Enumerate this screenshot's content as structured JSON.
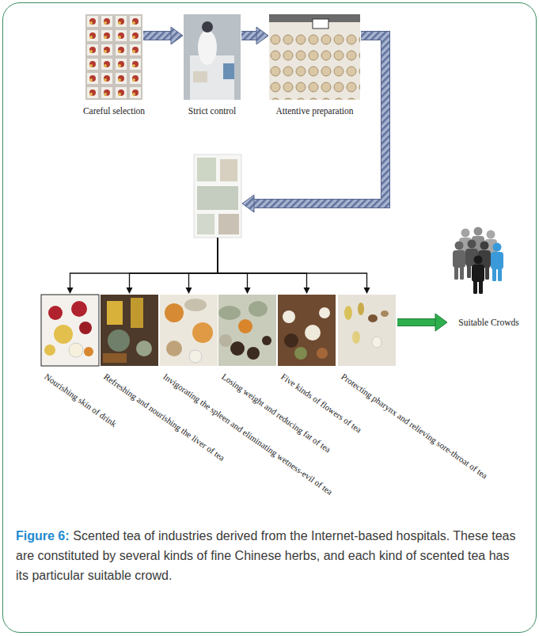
{
  "diagram": {
    "caption": "Scented tea of industries derived from the Internet-based hospitals. These teas are constituted by several kinds of fine Chinese herbs, and each kind of scented tea has its particular suitable crowd.",
    "nodes": [
      {
        "text": [
          "Careful selection"
        ]
      },
      {
        "text": [
          "Strict control"
        ]
      },
      {
        "text": [
          "Attentive preparation"
        ]
      },
      {
        "text": []
      },
      {
        "text": [
          "Nourishing skin of drink"
        ]
      },
      {
        "text": [
          "Refreshing and nourishing the liver of tea"
        ]
      },
      {
        "text": [
          "Invigorating the spleen and eliminating wetness-evil of tea"
        ]
      },
      {
        "text": [
          "Losing weight and reducing fat of tea"
        ]
      },
      {
        "text": [
          "Five kinds of flowers of tea"
        ]
      },
      {
        "text": [
          "Protecting pharynx and relieving sore-throat of tea"
        ]
      },
      {
        "text": [
          "Suitable Crowds"
        ]
      }
    ],
    "edges": [
      {
        "from": 0,
        "to": 1,
        "arrow": "to"
      },
      {
        "from": 1,
        "to": 2,
        "arrow": "to"
      },
      {
        "from": 2,
        "to": 3,
        "arrow": "to"
      },
      {
        "from": 3,
        "to": 4,
        "arrow": "to"
      },
      {
        "from": 3,
        "to": 5,
        "arrow": "to"
      },
      {
        "from": 3,
        "to": 6,
        "arrow": "to"
      },
      {
        "from": 3,
        "to": 7,
        "arrow": "to"
      },
      {
        "from": 3,
        "to": 8,
        "arrow": "to"
      },
      {
        "from": 3,
        "to": 9,
        "arrow": "to"
      },
      {
        "from": 9,
        "to": 10,
        "arrow": "to"
      }
    ],
    "labels": [
      "Figure 6:"
    ]
  }
}
